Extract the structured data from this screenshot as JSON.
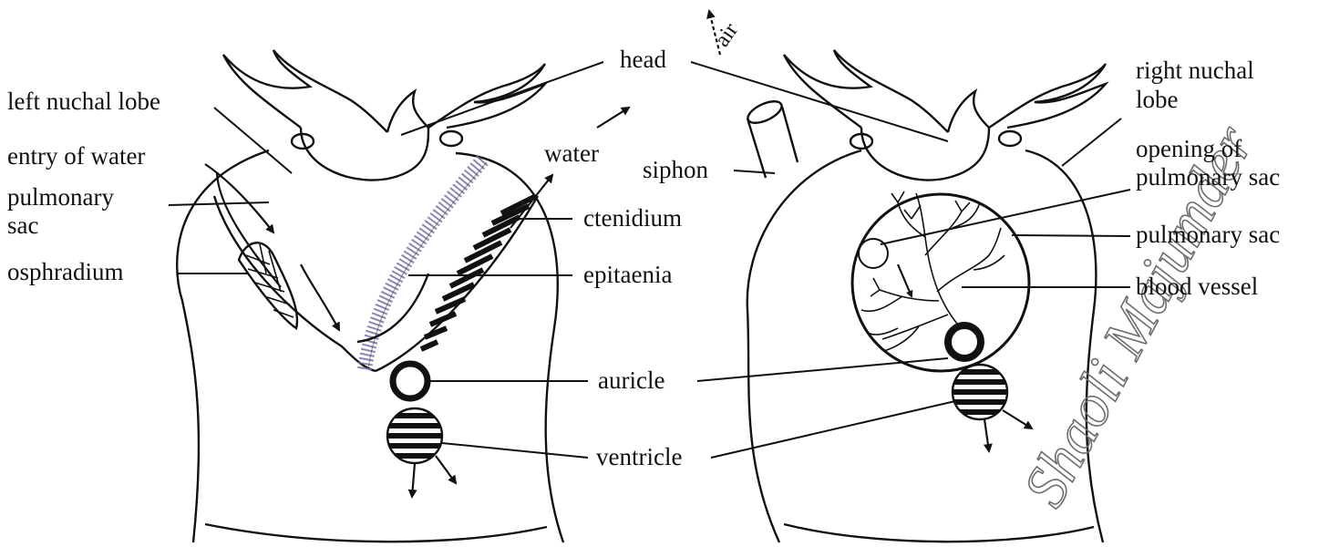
{
  "labels": {
    "left_nuchal_lobe": "left nuchal lobe",
    "entry_of_water": "entry of water",
    "pulmonary_sac_left_line1": "pulmonary",
    "pulmonary_sac_left_line2": "sac",
    "osphradium": "osphradium",
    "head": "head",
    "air": "air",
    "water": "water",
    "ctenidium": "ctenidium",
    "epitaenia": "epitaenia",
    "auricle": "auricle",
    "ventricle": "ventricle",
    "siphon": "siphon",
    "right_nuchal_lobe_line1": "right nuchal",
    "right_nuchal_lobe_line2": "lobe",
    "opening_line1": "opening of",
    "opening_line2": "pulmonary sac",
    "pulmonary_sac_right": "pulmonary sac",
    "blood_vessel": "blood vessel"
  },
  "watermark": "Shaoli Majumder",
  "colors": {
    "ink": "#111111",
    "water_flow": "#7d6da8"
  }
}
